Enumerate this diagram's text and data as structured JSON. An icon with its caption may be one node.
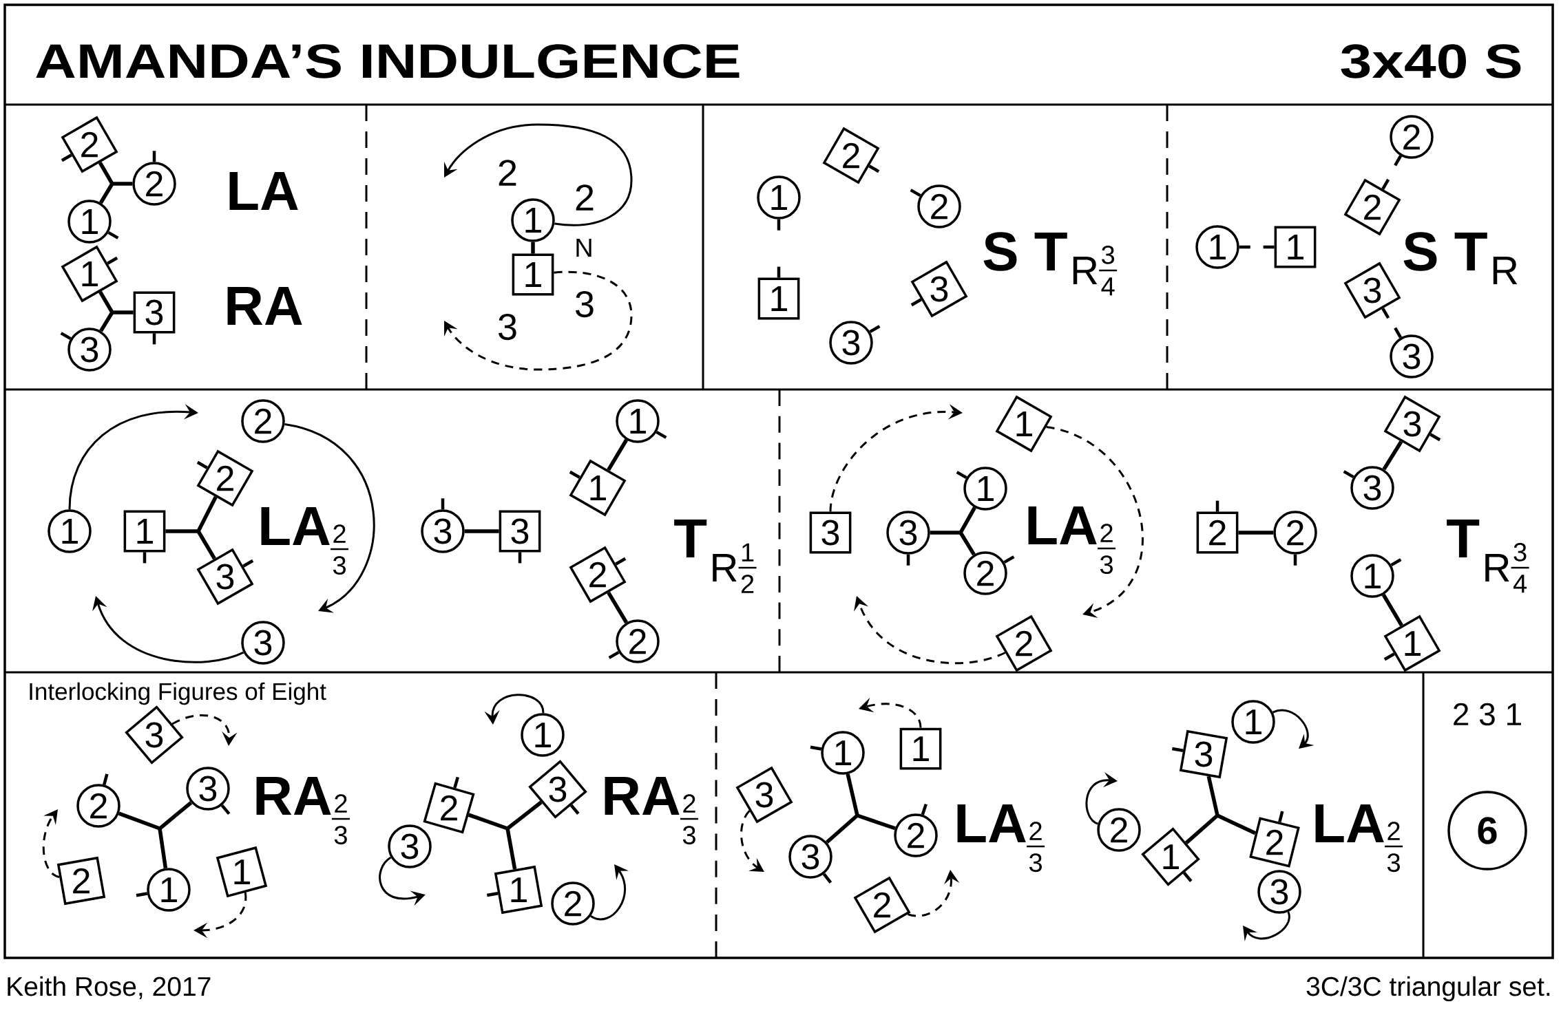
{
  "diagram": {
    "title": "AMANDA’S INDULGENCE",
    "nodes": [
      {
        "text": [
          "2"
        ]
      },
      {
        "text": [
          "2"
        ]
      },
      {
        "text": [
          "1"
        ]
      },
      {
        "text": [
          "1"
        ]
      },
      {
        "text": [
          "3"
        ]
      },
      {
        "text": [
          "3"
        ]
      },
      {
        "text": [
          "1"
        ]
      },
      {
        "text": [
          "1"
        ]
      },
      {
        "text": [
          "1"
        ]
      },
      {
        "text": [
          "2"
        ]
      },
      {
        "text": [
          "2"
        ]
      },
      {
        "text": [
          "1"
        ]
      },
      {
        "text": [
          "3"
        ]
      },
      {
        "text": [
          "3"
        ]
      },
      {
        "text": [
          "1"
        ]
      },
      {
        "text": [
          "1"
        ]
      },
      {
        "text": [
          "2"
        ]
      },
      {
        "text": [
          "2"
        ]
      },
      {
        "text": [
          "3"
        ]
      },
      {
        "text": [
          "3"
        ]
      },
      {
        "text": [
          "1"
        ]
      },
      {
        "text": [
          "2"
        ]
      },
      {
        "text": [
          "1"
        ]
      },
      {
        "text": [
          "2"
        ]
      },
      {
        "text": [
          "3"
        ]
      },
      {
        "text": [
          "3"
        ]
      },
      {
        "text": [
          "3"
        ]
      },
      {
        "text": [
          "3"
        ]
      },
      {
        "text": [
          "1"
        ]
      },
      {
        "text": [
          "1"
        ]
      },
      {
        "text": [
          "2"
        ]
      },
      {
        "text": [
          "2"
        ]
      },
      {
        "text": [
          "3"
        ]
      },
      {
        "text": [
          "1"
        ]
      },
      {
        "text": [
          "1"
        ]
      },
      {
        "text": [
          "3"
        ]
      },
      {
        "text": [
          "2"
        ]
      },
      {
        "text": [
          "2"
        ]
      },
      {
        "text": [
          "2"
        ]
      },
      {
        "text": [
          "2"
        ]
      },
      {
        "text": [
          "3"
        ]
      },
      {
        "text": [
          "3"
        ]
      },
      {
        "text": [
          "1"
        ]
      },
      {
        "text": [
          "1"
        ]
      },
      {
        "text": [
          "3"
        ]
      },
      {
        "text": [
          "2"
        ]
      },
      {
        "text": [
          "3"
        ]
      },
      {
        "text": [
          "2"
        ]
      },
      {
        "text": [
          "1"
        ]
      },
      {
        "text": [
          "1"
        ]
      },
      {
        "text": [
          "1"
        ]
      },
      {
        "text": [
          "2"
        ]
      },
      {
        "text": [
          "3"
        ]
      },
      {
        "text": [
          "3"
        ]
      },
      {
        "text": [
          "1"
        ]
      },
      {
        "text": [
          "2"
        ]
      },
      {
        "text": [
          "1"
        ]
      },
      {
        "text": [
          "1"
        ]
      },
      {
        "text": [
          "3"
        ]
      },
      {
        "text": [
          "2"
        ]
      },
      {
        "text": [
          "3"
        ]
      },
      {
        "text": [
          "2"
        ]
      },
      {
        "text": [
          "1"
        ]
      },
      {
        "text": [
          "3"
        ]
      },
      {
        "text": [
          "2"
        ]
      },
      {
        "text": [
          "2"
        ]
      },
      {
        "text": [
          "1"
        ]
      },
      {
        "text": [
          "3"
        ]
      },
      {
        "text": [
          "6"
        ]
      }
    ],
    "edges": [
      {
        "from": 6,
        "to": null,
        "arrow": "to"
      },
      {
        "from": 7,
        "to": null,
        "arrow": "to",
        "style": "dashed"
      },
      {
        "from": 20,
        "to": null,
        "arrow": "to"
      },
      {
        "from": 21,
        "to": null,
        "arrow": "to"
      },
      {
        "from": 25,
        "to": null,
        "arrow": "to"
      },
      {
        "from": 32,
        "to": null,
        "arrow": "to",
        "style": "dashed"
      },
      {
        "from": 33,
        "to": null,
        "arrow": "to",
        "style": "dashed"
      },
      {
        "from": 37,
        "to": null,
        "arrow": "to",
        "style": "dashed"
      },
      {
        "from": 44,
        "to": null,
        "arrow": "to",
        "style": "dashed"
      },
      {
        "from": 47,
        "to": null,
        "arrow": "to",
        "style": "dashed"
      },
      {
        "from": 49,
        "to": null,
        "arrow": "to",
        "style": "dashed"
      },
      {
        "from": 50,
        "to": null,
        "arrow": "to"
      },
      {
        "from": 53,
        "to": null,
        "arrow": "to"
      },
      {
        "from": 55,
        "to": null,
        "arrow": "to"
      },
      {
        "from": 56,
        "to": null,
        "arrow": "to",
        "style": "dashed"
      },
      {
        "from": 58,
        "to": null,
        "arrow": "to",
        "style": "dashed"
      },
      {
        "from": 61,
        "to": null,
        "arrow": "to",
        "style": "dashed"
      },
      {
        "from": 62,
        "to": null,
        "arrow": "to"
      },
      {
        "from": 64,
        "to": null,
        "arrow": "to"
      },
      {
        "from": 67,
        "to": null,
        "arrow": "to"
      },
      {
        "from": 0,
        "to": 1,
        "arrow": "none"
      },
      {
        "from": 1,
        "to": 2,
        "arrow": "none"
      },
      {
        "from": 0,
        "to": 2,
        "arrow": "none"
      },
      {
        "from": 3,
        "to": 4,
        "arrow": "none"
      },
      {
        "from": 4,
        "to": 5,
        "arrow": "none"
      },
      {
        "from": 3,
        "to": 5,
        "arrow": "none"
      },
      {
        "from": 6,
        "to": 7,
        "arrow": "none"
      },
      {
        "from": 22,
        "to": 23,
        "arrow": "none"
      },
      {
        "from": 23,
        "to": 24,
        "arrow": "none"
      },
      {
        "from": 22,
        "to": 24,
        "arrow": "none"
      },
      {
        "from": 26,
        "to": 27,
        "arrow": "none"
      },
      {
        "from": 28,
        "to": 29,
        "arrow": "none"
      },
      {
        "from": 30,
        "to": 31,
        "arrow": "none"
      },
      {
        "from": 34,
        "to": 35,
        "arrow": "none"
      },
      {
        "from": 35,
        "to": 36,
        "arrow": "none"
      },
      {
        "from": 34,
        "to": 36,
        "arrow": "none"
      },
      {
        "from": 38,
        "to": 39,
        "arrow": "none"
      },
      {
        "from": 40,
        "to": 41,
        "arrow": "none"
      },
      {
        "from": 42,
        "to": 43,
        "arrow": "none"
      },
      {
        "from": 45,
        "to": 46,
        "arrow": "none"
      },
      {
        "from": 46,
        "to": 48,
        "arrow": "none"
      },
      {
        "from": 45,
        "to": 48,
        "arrow": "none"
      },
      {
        "from": 51,
        "to": 52,
        "arrow": "none"
      },
      {
        "from": 52,
        "to": 54,
        "arrow": "none"
      },
      {
        "from": 51,
        "to": 54,
        "arrow": "none"
      },
      {
        "from": 57,
        "to": 59,
        "arrow": "none"
      },
      {
        "from": 59,
        "to": 60,
        "arrow": "none"
      },
      {
        "from": 57,
        "to": 60,
        "arrow": "none"
      },
      {
        "from": 63,
        "to": 65,
        "arrow": "none"
      },
      {
        "from": 65,
        "to": 66,
        "arrow": "none"
      },
      {
        "from": 63,
        "to": 66,
        "arrow": "none"
      }
    ],
    "labels": [
      "3x40 S",
      "LA",
      "RA",
      "2",
      "2",
      "N",
      "3",
      "3",
      "S T",
      "R",
      "3",
      "4",
      "S T",
      "R",
      "LA",
      "2",
      "3",
      "T",
      "R",
      "1",
      "2",
      "LA",
      "2",
      "3",
      "T",
      "R",
      "3",
      "4",
      "Interlocking Figures of Eight",
      "RA",
      "2",
      "3",
      "RA",
      "2",
      "3",
      "LA",
      "2",
      "3",
      "LA",
      "2",
      "3",
      "2 3 1",
      "Keith Rose, 2017",
      "3C/3C triangular set."
    ]
  }
}
